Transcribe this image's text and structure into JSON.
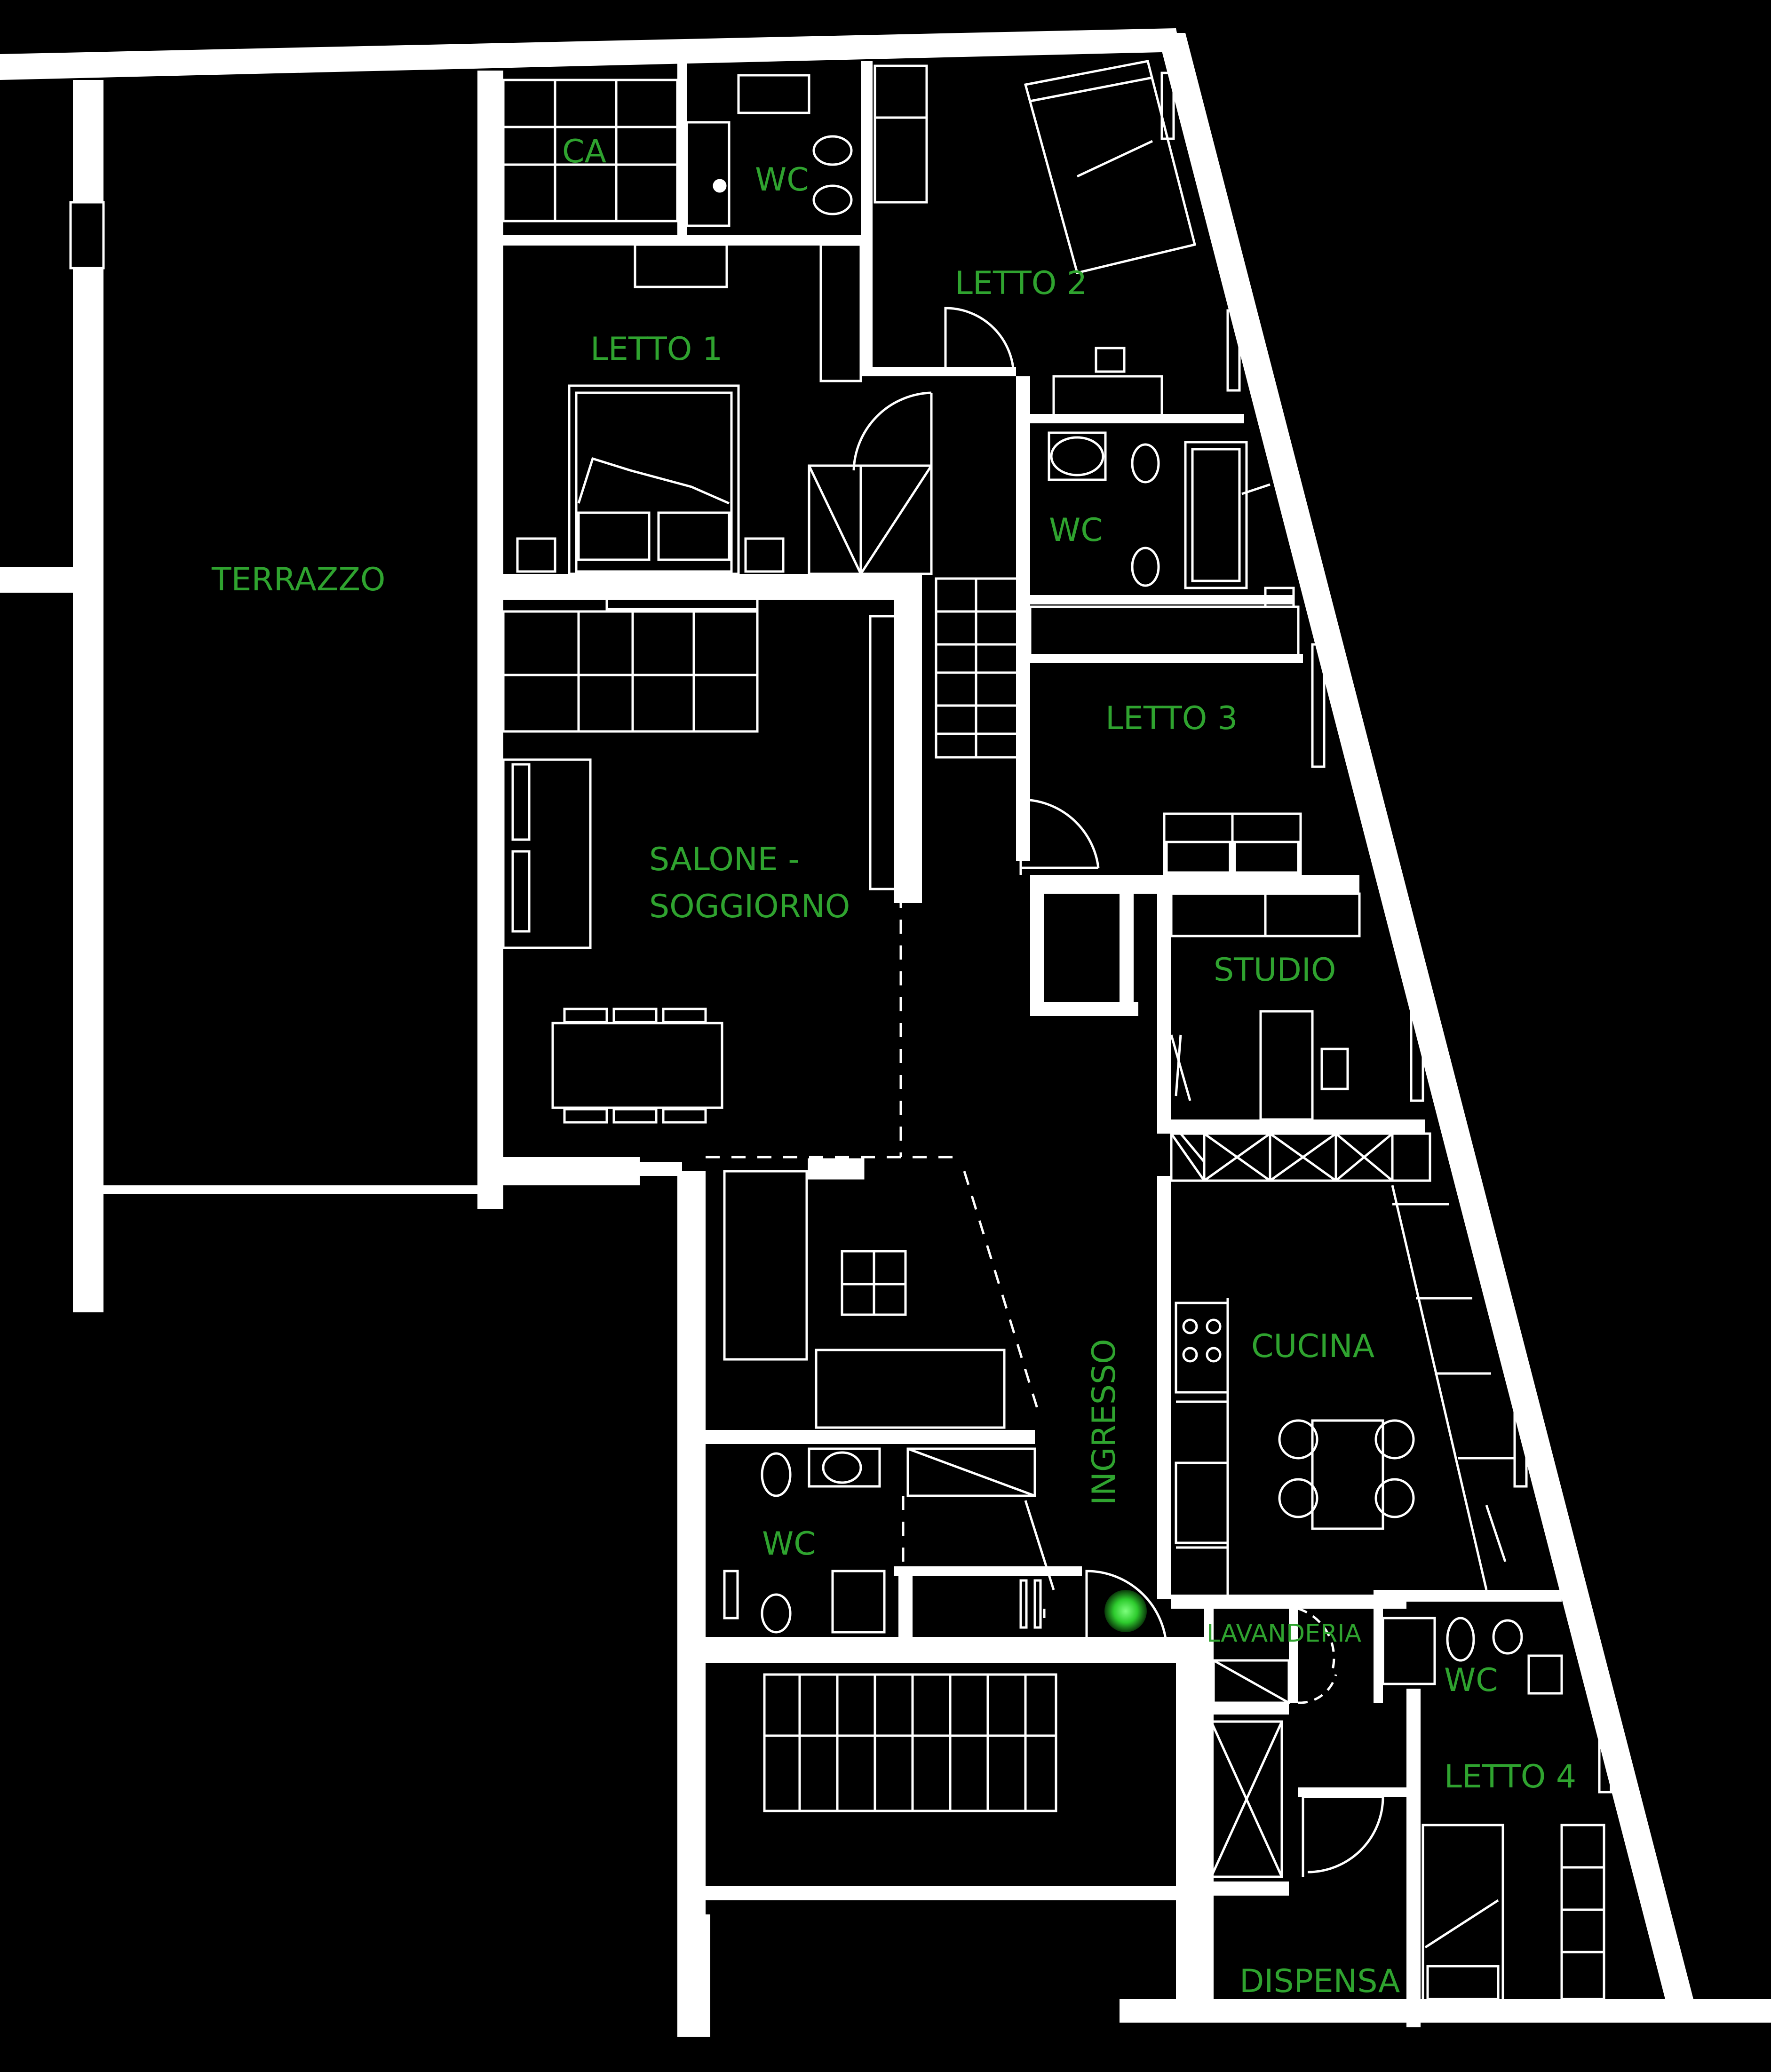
{
  "rooms": {
    "terrazzo": "TERRAZZO",
    "ca": "CA",
    "wc_top": "WC",
    "letto_1": "LETTO 1",
    "letto_2": "LETTO 2",
    "wc_mid": "WC",
    "letto_3": "LETTO 3",
    "salone_line1": "SALONE -",
    "salone_line2": "SOGGIORNO",
    "studio": "STUDIO",
    "ingresso": "INGRESSO",
    "cucina": "CUCINA",
    "wc_left": "WC",
    "lavanderia": "LAVANDERIA",
    "wc_right": "WC",
    "letto_4": "LETTO 4",
    "dispensa": "DISPENSA"
  },
  "colors": {
    "background": "#000000",
    "walls": "#ffffff",
    "labels": "#2fa32f",
    "entrance_marker": "#39e639"
  },
  "icons": {
    "entrance": "entrance-marker-icon"
  }
}
